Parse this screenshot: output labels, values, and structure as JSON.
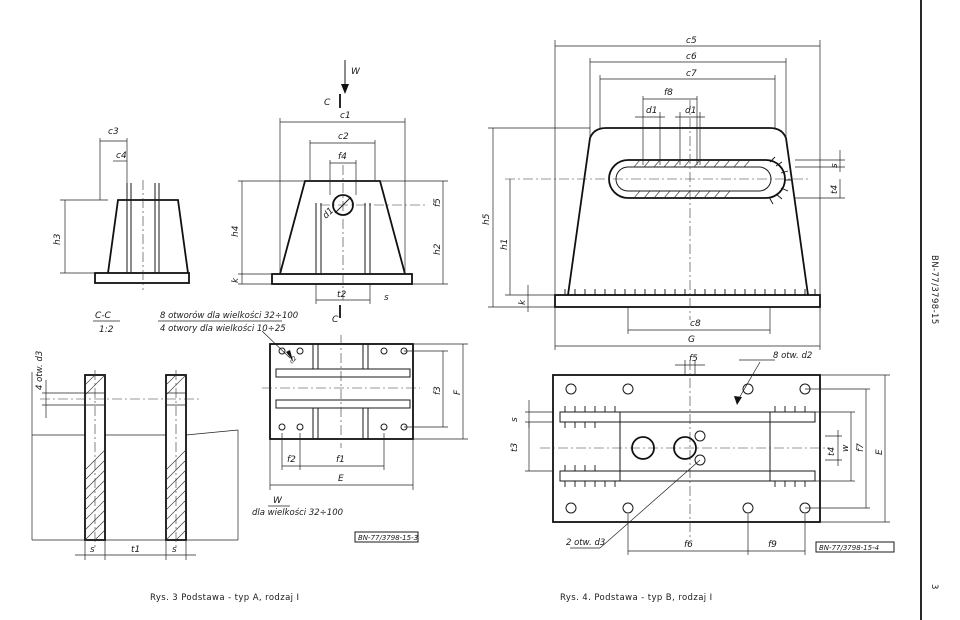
{
  "captions": {
    "fig3": "Rys. 3 Podstawa - typ A, rodzaj I",
    "fig4": "Rys. 4. Podstawa - typ B, rodzaj I",
    "page_number": "3",
    "doc_number_vertical": "BN-77/3798-15"
  },
  "stamps": {
    "fig3": "BN-77/3798-15-3",
    "fig4": "BN-77/3798-15-4"
  },
  "fig3": {
    "section_label": "C-C",
    "section_scale": "1:2",
    "arrow_label": "W",
    "cut_label_top": "C",
    "cut_label_bottom": "C",
    "holes_note_1": "8 otworów dla wielkości 32÷100",
    "holes_note_2": "4 otwory dla wielkości 10÷25",
    "holes_side_note": "4 otw. d3",
    "view_label": "W",
    "view_note": "dla wielkości 32÷100",
    "dims": {
      "c1": "c1",
      "c2": "c2",
      "c3": "c3",
      "c4": "c4",
      "f4": "f4",
      "f5": "f5",
      "d1": "d1",
      "h2": "h2",
      "h3": "h3",
      "h4": "h4",
      "k": "k",
      "t2": "t2",
      "s": "s",
      "t1": "t1",
      "f1": "f1",
      "f2": "f2",
      "f3": "f3",
      "F": "F",
      "E": "E",
      "d2": "d2",
      "d3": "d3"
    }
  },
  "fig4": {
    "holes_note_top": "8 otw. d2",
    "holes_note_bottom": "2 otw. d3",
    "dims": {
      "c5": "c5",
      "c6": "c6",
      "c7": "c7",
      "c8": "c8",
      "f8": "f8",
      "d1": "d1",
      "G": "G",
      "h5": "h5",
      "h1": "h1",
      "k": "k",
      "s": "s",
      "t4": "t4",
      "f5": "f5",
      "t3": "t3",
      "f6": "f6",
      "f9": "f9",
      "f7": "f7",
      "E": "E",
      "w": "w",
      "t4b": "t4"
    }
  }
}
